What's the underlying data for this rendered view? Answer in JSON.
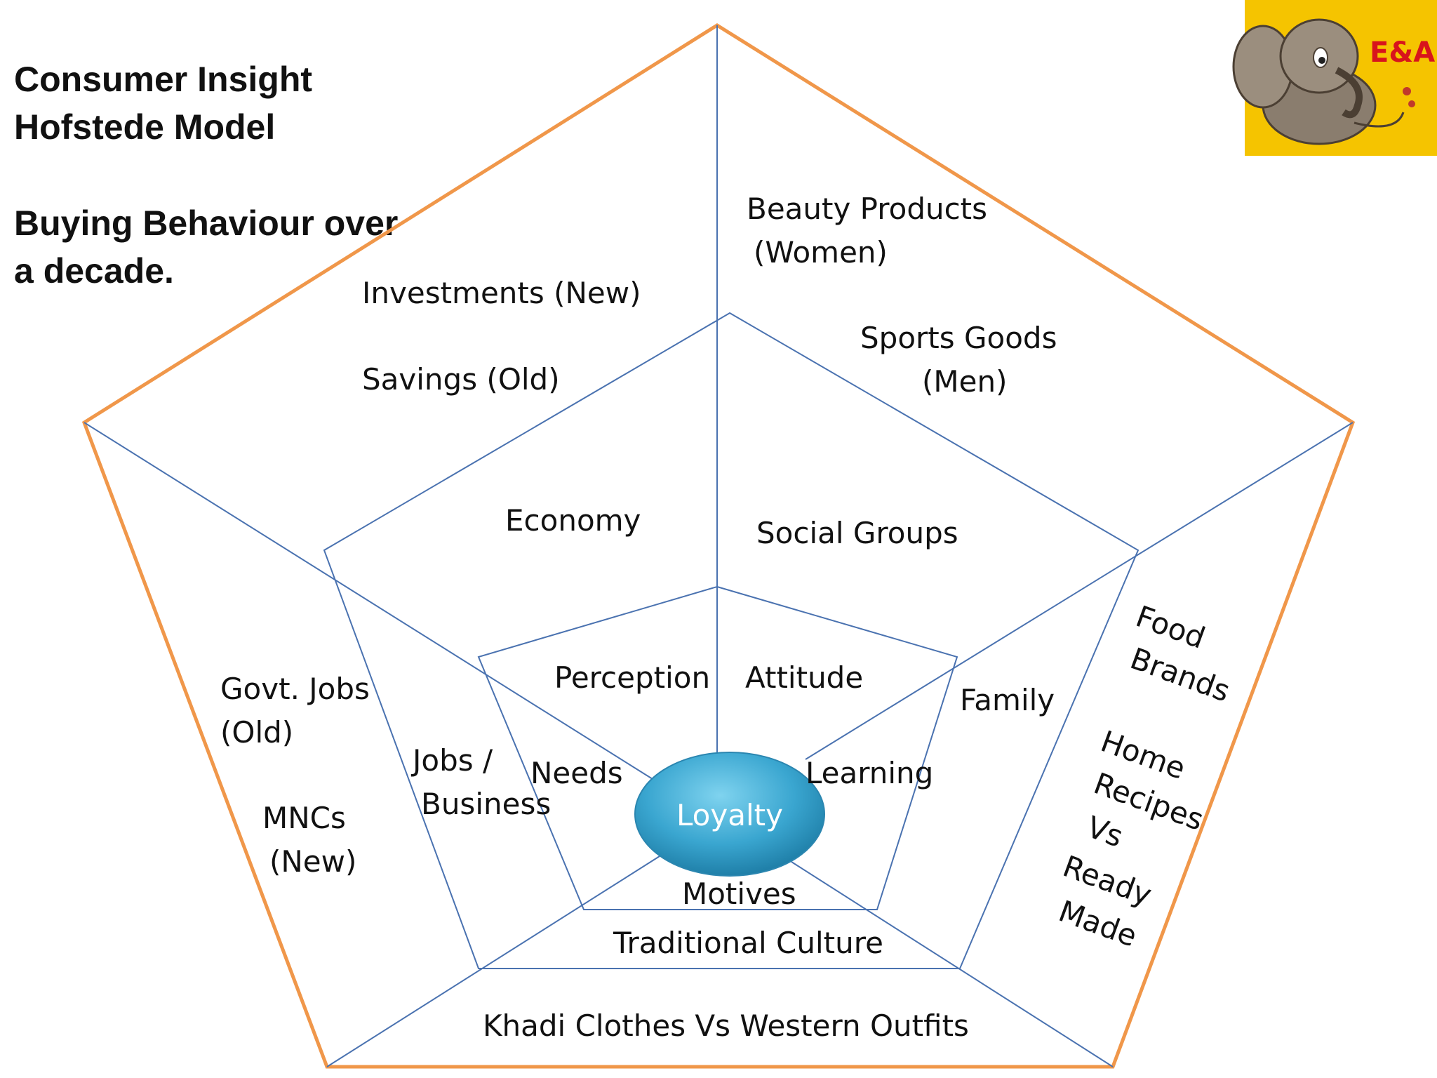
{
  "header": {
    "title_line1": "Consumer Insight",
    "title_line2": "Hofstede Model",
    "subtitle_line1": "Buying Behaviour over",
    "subtitle_line2": "a decade."
  },
  "logo": {
    "text": "E&A",
    "icon": "elephant-icon"
  },
  "center": {
    "label": "Loyalty"
  },
  "inner_ring": {
    "perception": "Perception",
    "attitude": "Attitude",
    "needs": "Needs",
    "learning": "Learning",
    "motives": "Motives"
  },
  "middle_ring": {
    "economy": "Economy",
    "social_groups": "Social Groups",
    "jobs_line1": "Jobs /",
    "jobs_line2": "Business",
    "family": "Family",
    "traditional_culture": "Traditional Culture"
  },
  "outer_ring": {
    "investments": "Investments (New)",
    "savings": "Savings (Old)",
    "beauty_line1": "Beauty Products",
    "beauty_line2": "(Women)",
    "sports_line1": "Sports Goods",
    "sports_line2": "(Men)",
    "govt_line1": "Govt. Jobs",
    "govt_line2": "(Old)",
    "mncs_line1": "MNCs",
    "mncs_line2": "(New)",
    "food_line1": "Food",
    "food_line2": "Brands",
    "home_lines": [
      "Home",
      "Recipes",
      "Vs",
      "Ready",
      "Made"
    ],
    "khadi": "Khadi Clothes Vs Western Outfits"
  },
  "colors": {
    "outer_border": "#f0974a",
    "lines": "#4a72b0",
    "center_fill": "#3aa6d0",
    "logo_bg": "#f5c400",
    "logo_text": "#d8141c"
  }
}
